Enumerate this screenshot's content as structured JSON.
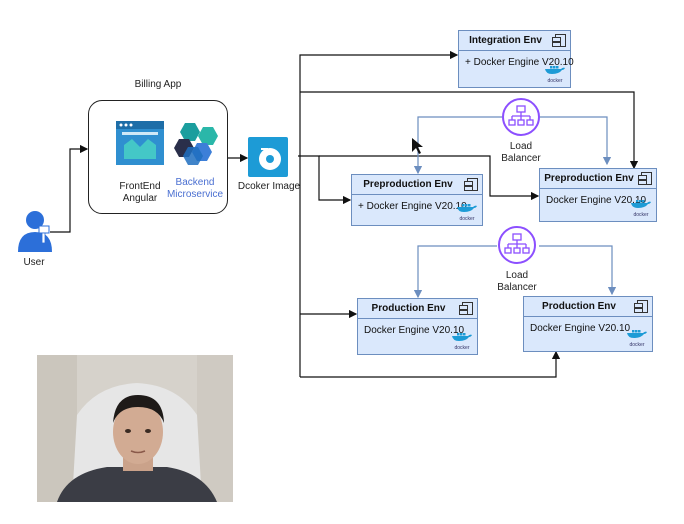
{
  "billing_group": {
    "title": "Billing App"
  },
  "frontend": {
    "label_line1": "FrontEnd",
    "label_line2": "Angular"
  },
  "backend": {
    "label_line1": "Backend",
    "label_line2": "Microservice"
  },
  "docker_image": {
    "label": "Dcoker Image"
  },
  "user": {
    "label": "User"
  },
  "load_balancer_1": {
    "label_line1": "Load",
    "label_line2": "Balancer"
  },
  "load_balancer_2": {
    "label_line1": "Load",
    "label_line2": "Balancer"
  },
  "environments": {
    "integration": {
      "title": "Integration Env",
      "detail": "+ Docker Engine V20.10"
    },
    "preprod_a": {
      "title": "Preproduction Env",
      "detail": "+ Docker Engine V20.10"
    },
    "preprod_b": {
      "title": "Preproduction Env",
      "detail": "Docker Engine V20.10"
    },
    "prod_a": {
      "title": "Production Env",
      "detail": "Docker Engine V20.10"
    },
    "prod_b": {
      "title": "Production Env",
      "detail": "Docker Engine V20.10"
    }
  },
  "docker_logo_text": "docker",
  "colors": {
    "component_fill": "#dae8fc",
    "component_stroke": "#6c8ebf",
    "balancer_purple": "#8c4fff",
    "backend_text": "#4a6fd1",
    "user_blue": "#2c6fd9",
    "docker_blue": "#1d9bd6"
  }
}
